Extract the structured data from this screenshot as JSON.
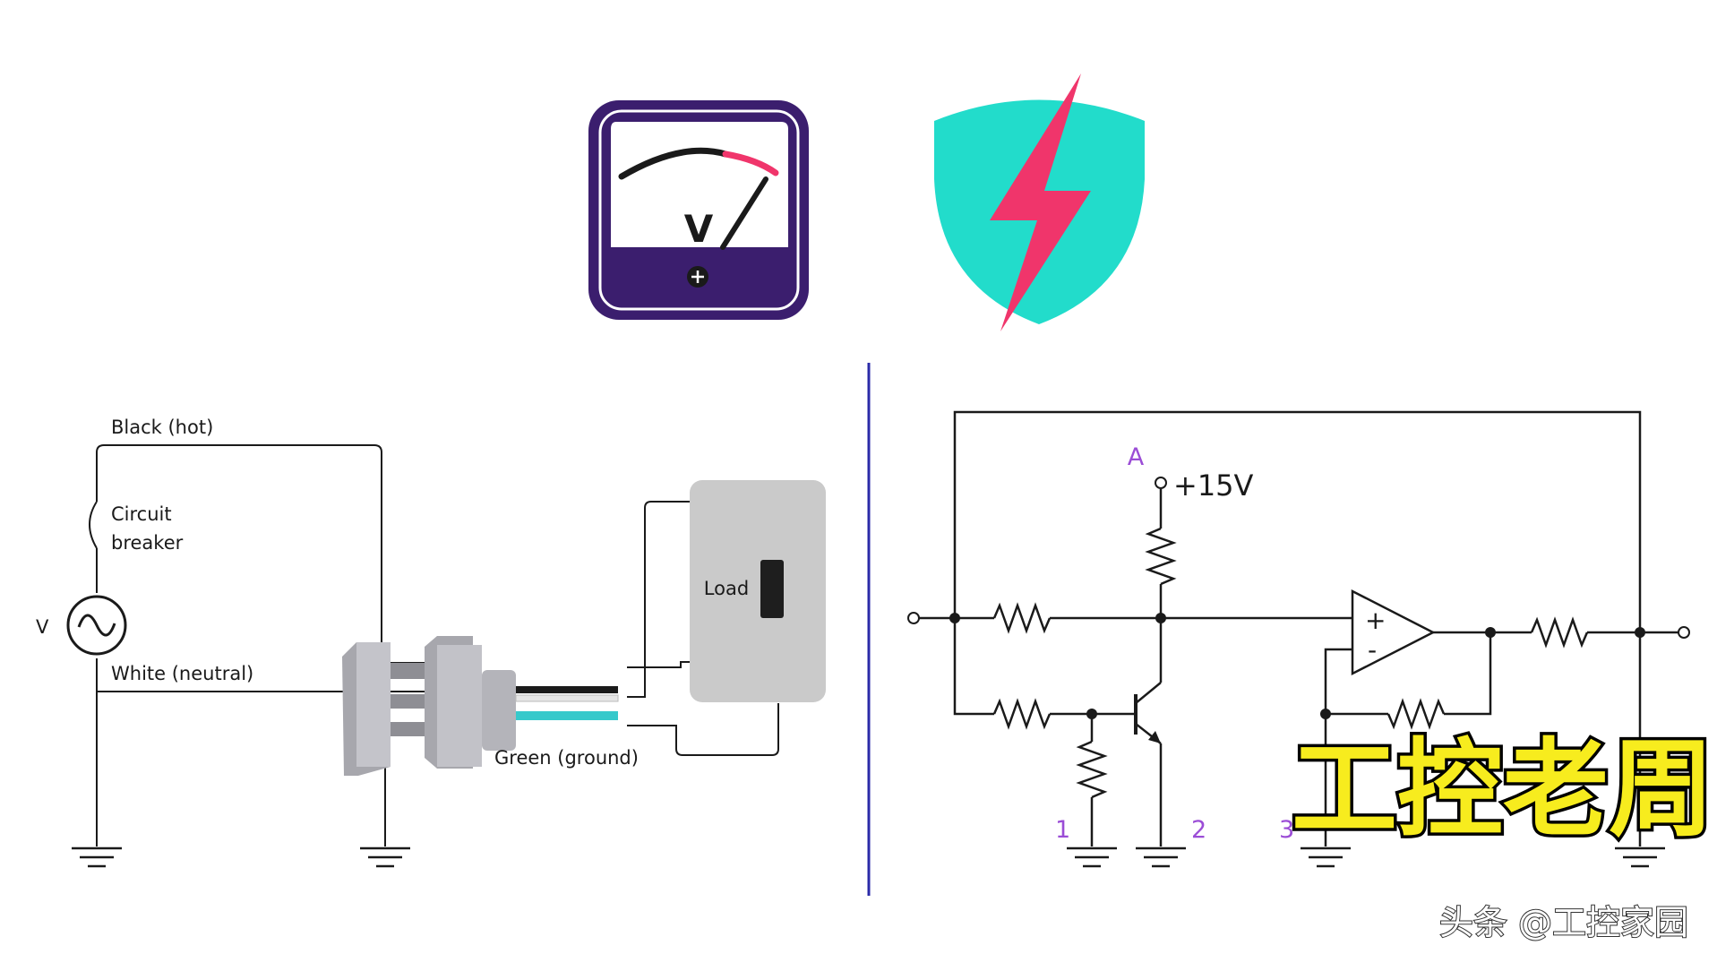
{
  "icons": {
    "voltmeter": {
      "name": "voltmeter-icon",
      "letter": "V",
      "accent": "#f0356b",
      "frame": "#3b1e6e"
    },
    "shield": {
      "name": "shield-lightning-icon",
      "fill": "#22dccb",
      "bolt": "#f0356b"
    }
  },
  "wiring_diagram": {
    "black_hot_label": "Black (hot)",
    "circuit_breaker_label_line1": "Circuit",
    "circuit_breaker_label_line2": "breaker",
    "source_label": "V",
    "white_neutral_label": "White (neutral)",
    "green_ground_label": "Green (ground)",
    "load_label": "Load"
  },
  "circuit_diagram": {
    "node_a_label": "A",
    "supply_label": "+15V",
    "opamp_plus": "+",
    "opamp_minus": "-",
    "ground_labels": [
      "1",
      "2",
      "3"
    ],
    "accent_color": "#9b4dd6"
  },
  "overlay": {
    "title_text": "工控老周",
    "title_fill": "#f7ec1e",
    "watermark_text": "头条 @工控家园"
  }
}
